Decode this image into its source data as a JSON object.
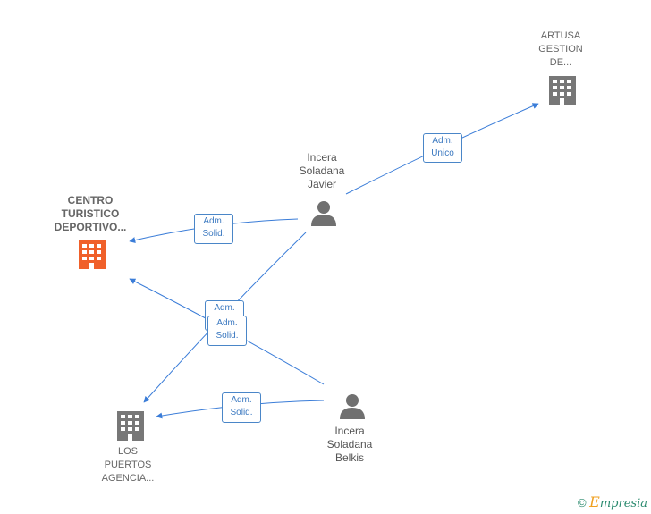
{
  "colors": {
    "edge": "#3b7dd8",
    "company_icon": "#777777",
    "company_icon_highlight": "#f0602a",
    "person_icon": "#707070"
  },
  "nodes": {
    "artusa": {
      "label": "ARTUSA\nGESTION\nDE...",
      "icon": "building-icon"
    },
    "centro": {
      "label": "CENTRO\nTURISTICO\nDEPORTIVO...",
      "icon": "building-icon"
    },
    "los_puertos": {
      "label": "LOS\nPUERTOS\nAGENCIA...",
      "icon": "building-icon"
    },
    "javier": {
      "label": "Incera\nSoladana\nJavier",
      "icon": "person-icon"
    },
    "belkis": {
      "label": "Incera\nSoladana\nBelkis",
      "icon": "person-icon"
    }
  },
  "edges": {
    "javier_artusa": "Adm.\nUnico",
    "javier_centro": "Adm.\nSolid.",
    "javier_los_puertos": "Adm.\nSolid.",
    "belkis_centro": "Adm.\nSolid.",
    "belkis_los_puertos": "Adm.\nSolid."
  },
  "watermark": {
    "symbol": "©",
    "brand_initial": "E",
    "brand_rest": "mpresia"
  }
}
